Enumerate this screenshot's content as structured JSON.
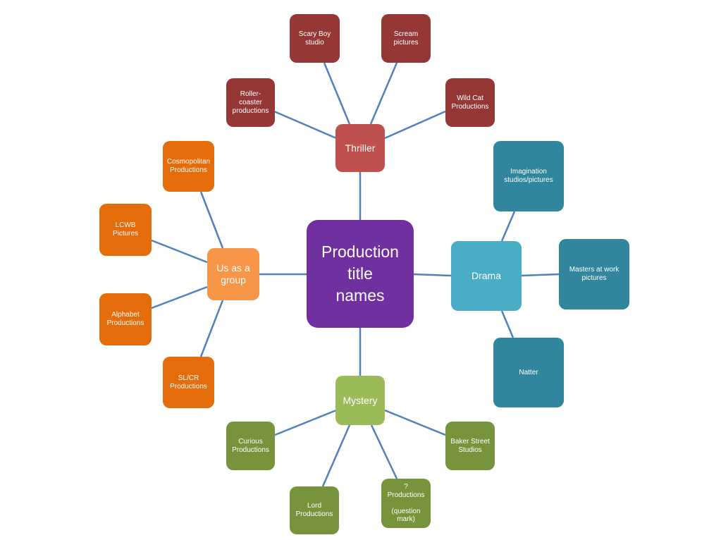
{
  "center": "Production\ntitle\nnames",
  "branches": {
    "thriller": {
      "label": "Thriller",
      "children": [
        "Scary Boy\nstudio",
        "Scream\npictures",
        "Roller-\ncoaster\nproductions",
        "Wild Cat\nProductions"
      ]
    },
    "drama": {
      "label": "Drama",
      "children": [
        "Imagination\nstudios/pictures",
        "Masters at work\npictures",
        "Natter"
      ]
    },
    "mystery": {
      "label": "Mystery",
      "children": [
        "Curious\nProductions",
        "Baker Street\nStudios",
        "Lord\nProductions",
        "?\nProductions\n\n(question\nmark)"
      ]
    },
    "group": {
      "label": "Us as a\ngroup",
      "children": [
        "Cosmopolitan\nProductions",
        "LCWB\nPictures",
        "Alphabet\nProductions",
        "SL/CR\nProductions"
      ]
    }
  },
  "colors": {
    "connector": "#4f81bd",
    "center": "#7030a0",
    "thriller": "#c0504d",
    "drama": "#4bacc6",
    "mystery": "#9bbb59",
    "group": "#f79646"
  }
}
